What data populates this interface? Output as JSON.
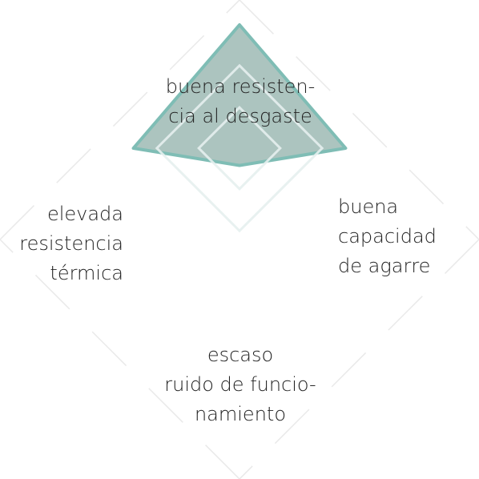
{
  "chart_data": {
    "type": "radar",
    "title": "",
    "axes": [
      {
        "id": "top",
        "label_lines": [
          "buena resisten-",
          "cia al desgaste"
        ]
      },
      {
        "id": "right",
        "label_lines": [
          "buena",
          "capacidad",
          "de agarre"
        ]
      },
      {
        "id": "bottom",
        "label_lines": [
          "escaso",
          "ruido de funcio-",
          "namiento"
        ]
      },
      {
        "id": "left",
        "label_lines": [
          "elevada",
          "resistencia",
          "térmica"
        ]
      }
    ],
    "rings": [
      0.33,
      0.67,
      1.0
    ],
    "series": [
      {
        "values": [
          1.0,
          0.86,
          0.14,
          0.86
        ]
      }
    ],
    "colors": {
      "fill": "#acc4bf",
      "stroke": "#7fbdb5",
      "ring": "#e6f0ee",
      "outer_guide": "#e9e9e9"
    }
  }
}
